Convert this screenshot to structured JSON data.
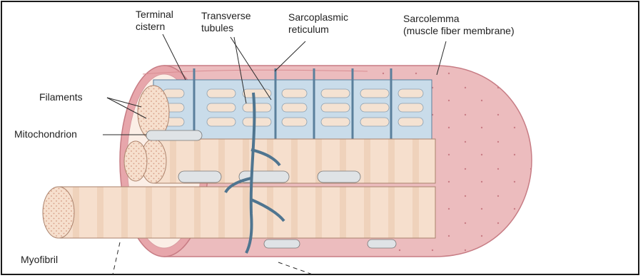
{
  "labels": {
    "terminal_cistern": [
      "Terminal",
      "cistern"
    ],
    "transverse_tubules": [
      "Transverse",
      "tubules"
    ],
    "sarcoplasmic_reticulum": [
      "Sarcoplasmic",
      "reticulum"
    ],
    "sarcolemma": [
      "Sarcolemma",
      "(muscle fiber membrane)"
    ],
    "filaments": "Filaments",
    "mitochondrion": "Mitochondrion",
    "myofibril": "Myofibril"
  },
  "colors": {
    "sarcolemma_fill": "#ecbcbe",
    "sarcolemma_edge": "#d98e93",
    "myofibril_fill": "#f6dfcd",
    "myofibril_stripe": "#e9c7ad",
    "reticulum_fill": "#c9dcea",
    "reticulum_edge": "#5a7f9c",
    "outline": "#6b4a44"
  }
}
